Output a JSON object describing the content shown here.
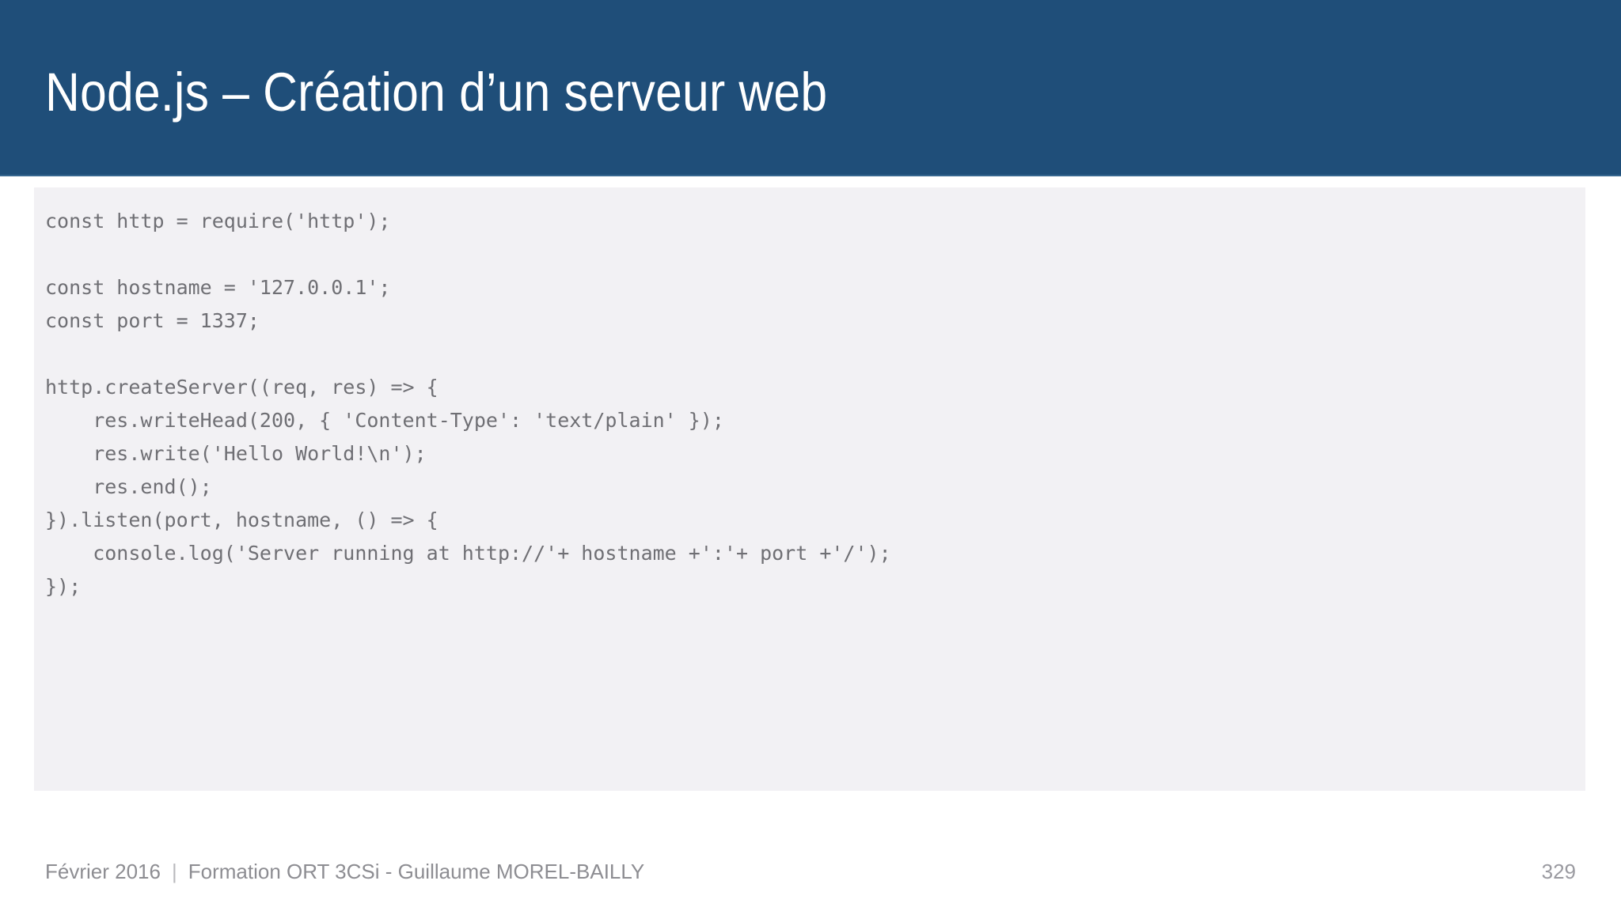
{
  "slide": {
    "title": "Node.js – Création d’un serveur web",
    "page_number": "329",
    "colors": {
      "title_band": "#1F4E79",
      "title_text": "#FFFFFF",
      "code_panel_bg": "#F2F1F4",
      "code_text": "#6F6F74",
      "footer_text": "#8D8D92",
      "slide_bg": "#FFFFFF"
    }
  },
  "code": {
    "language": "javascript",
    "lines": [
      "const http = require('http');",
      "",
      "const hostname = '127.0.0.1';",
      "const port = 1337;",
      "",
      "http.createServer((req, res) => {",
      "    res.writeHead(200, { 'Content-Type': 'text/plain' });",
      "    res.write('Hello World!\\n');",
      "    res.end();",
      "}).listen(port, hostname, () => {",
      "    console.log('Server running at http://'+ hostname +':'+ port +'/');",
      "});"
    ]
  },
  "footer": {
    "date": "Février 2016",
    "separator": "|",
    "credit": "Formation ORT 3CSi - Guillaume MOREL-BAILLY",
    "page": "329"
  }
}
